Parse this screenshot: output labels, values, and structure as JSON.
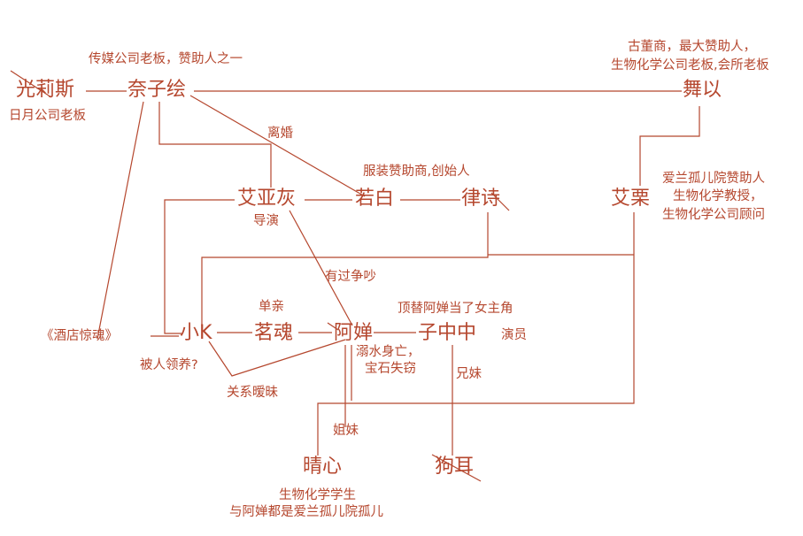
{
  "colors": {
    "line": "#b5472e",
    "text": "#b5472e",
    "background": "#ffffff"
  },
  "nodes": {
    "guanglisi": "光莉斯",
    "naizihui": "奈子绘",
    "wuyi": "舞以",
    "aiyahui": "艾亚灰",
    "ruobai": "若白",
    "lvshi": "律诗",
    "aili": "艾栗",
    "xiaok": "小K",
    "minghun": "茗魂",
    "achan": "阿婵",
    "zizhongzhong": "子中中",
    "qingxin": "晴心",
    "gouer": "狗耳"
  },
  "notes": {
    "naizihui_role": "传媒公司老板，赞助人之一",
    "guanglisi_role": "日月公司老板",
    "wuyi_role_1": "古董商，最大赞助人，",
    "wuyi_role_2": "生物化学公司老板,会所老板",
    "divorce": "离婚",
    "ruobai_role": "服装赞助商,创始人",
    "aili_role_1": "爱兰孤儿院赞助人",
    "aili_role_2": "生物化学教授，",
    "aili_role_3": "生物化学公司顾问",
    "aiyahui_role": "导演",
    "quarrel": "有过争吵",
    "single_parent": "单亲",
    "replace_lead": "顶替阿婵当了女主角",
    "actor": "演员",
    "movie": "《酒店惊魂》",
    "adopted": "被人领养?",
    "drowned_1": "溺水身亡，",
    "drowned_2": "宝石失窃",
    "siblings": "兄妹",
    "ambiguous": "关系暧昧",
    "sisters": "姐妹",
    "qingxin_desc_1": "生物化学学生",
    "qingxin_desc_2": "与阿婵都是爱兰孤儿院孤儿"
  }
}
